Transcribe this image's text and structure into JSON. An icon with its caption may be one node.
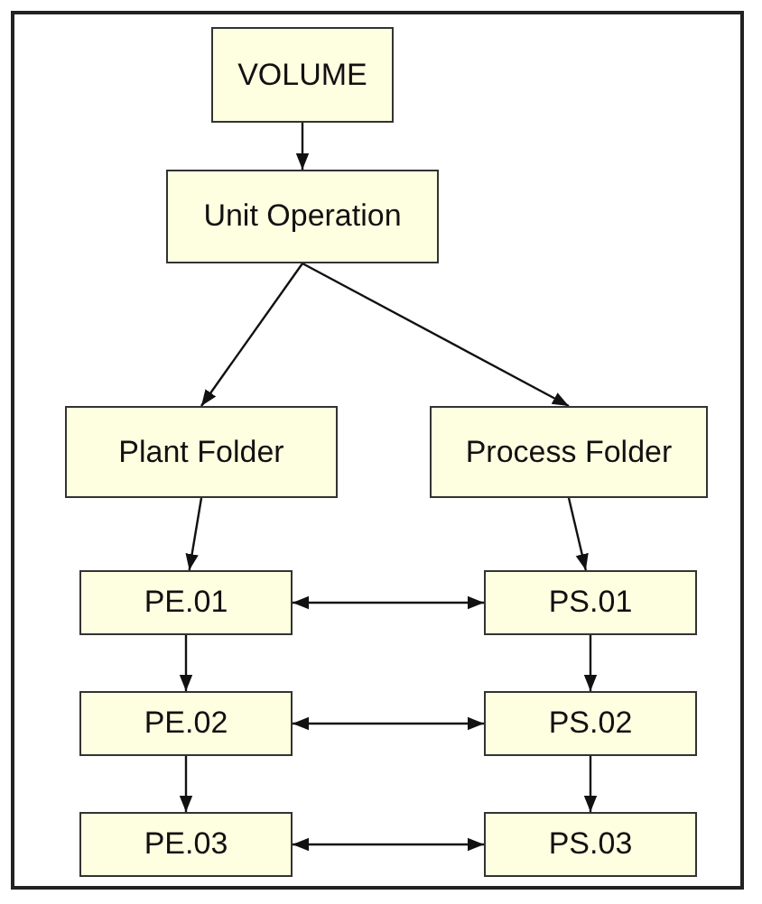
{
  "diagram": {
    "nodes": [
      {
        "text": [
          "VOLUME"
        ]
      },
      {
        "text": [
          "Unit Operation"
        ]
      },
      {
        "text": [
          "Plant Folder"
        ]
      },
      {
        "text": [
          "Process Folder"
        ]
      },
      {
        "text": [
          "PE.01"
        ]
      },
      {
        "text": [
          "PS.01"
        ]
      },
      {
        "text": [
          "PE.02"
        ]
      },
      {
        "text": [
          "PS.02"
        ]
      },
      {
        "text": [
          "PE.03"
        ]
      },
      {
        "text": [
          "PS.03"
        ]
      }
    ],
    "edges": [
      {
        "from": 0,
        "to": 1,
        "arrow": "to"
      },
      {
        "from": 1,
        "to": 2,
        "arrow": "to"
      },
      {
        "from": 1,
        "to": 3,
        "arrow": "to"
      },
      {
        "from": 2,
        "to": 4,
        "arrow": "to"
      },
      {
        "from": 3,
        "to": 5,
        "arrow": "to"
      },
      {
        "from": 4,
        "to": 5,
        "arrow": "both"
      },
      {
        "from": 4,
        "to": 6,
        "arrow": "to"
      },
      {
        "from": 5,
        "to": 7,
        "arrow": "to"
      },
      {
        "from": 6,
        "to": 7,
        "arrow": "both"
      },
      {
        "from": 6,
        "to": 8,
        "arrow": "to"
      },
      {
        "from": 7,
        "to": 9,
        "arrow": "to"
      },
      {
        "from": 8,
        "to": 9,
        "arrow": "both"
      }
    ]
  }
}
